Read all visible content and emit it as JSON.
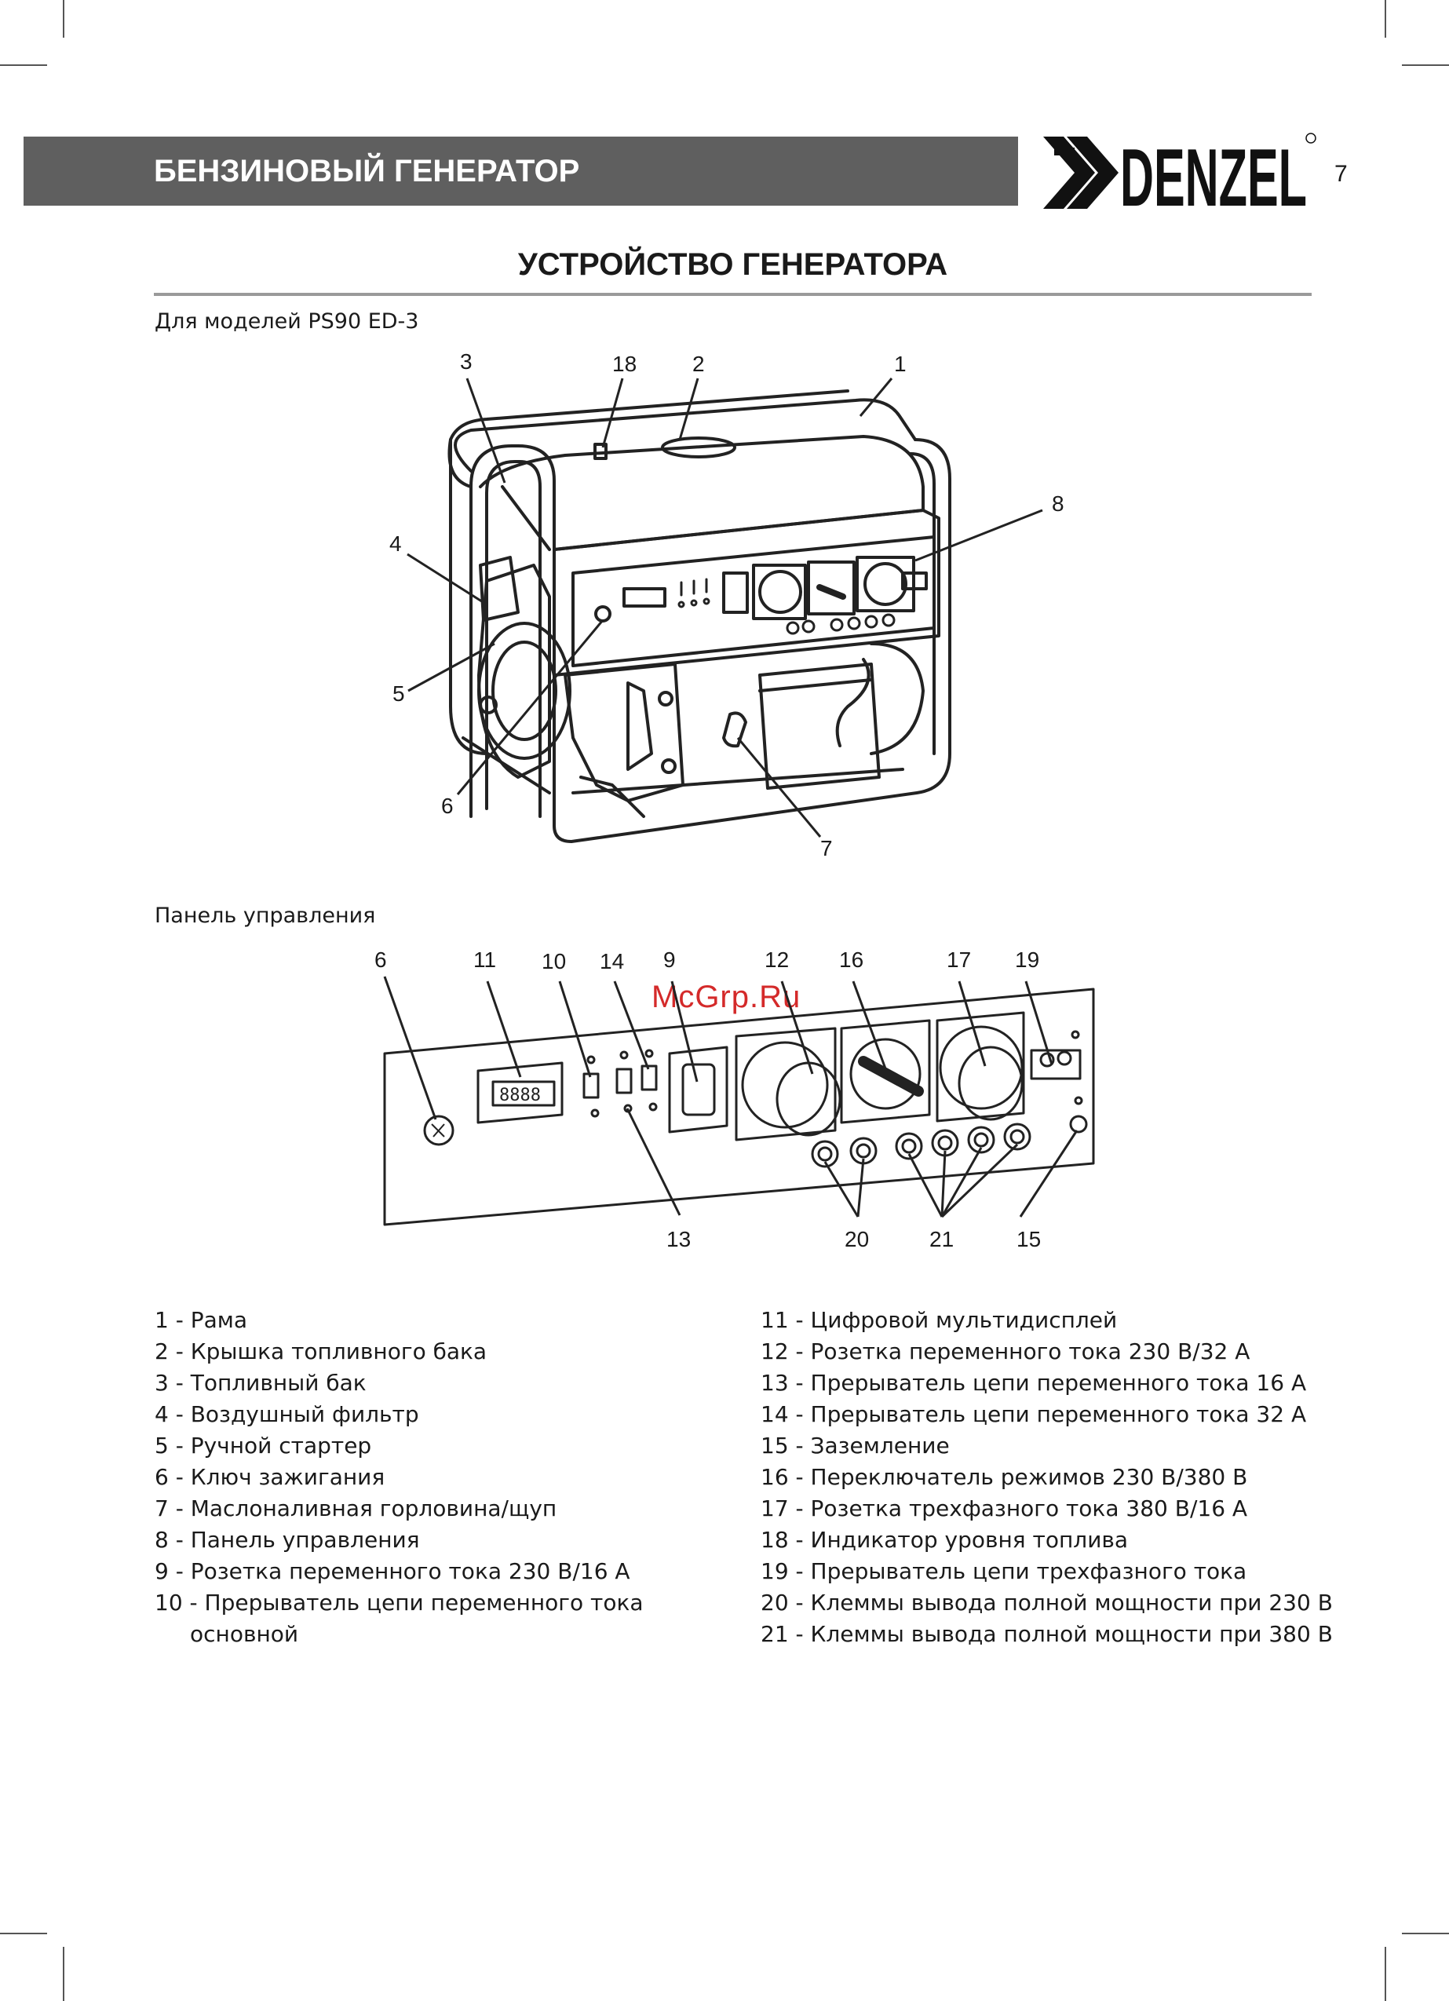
{
  "header": {
    "title": "БЕНЗИНОВЫЙ ГЕНЕРАТОР",
    "brand": "DENZEL",
    "page_number": "7"
  },
  "section": {
    "title": "УСТРОЙСТВО ГЕНЕРАТОРА",
    "models_caption": "Для моделей PS90 ED-3",
    "panel_caption": "Панель управления"
  },
  "watermark": "McGrp.Ru",
  "figure1_callouts": {
    "c1": "1",
    "c2": "2",
    "c3": "3",
    "c4": "4",
    "c5": "5",
    "c6": "6",
    "c7": "7",
    "c8": "8",
    "c18": "18"
  },
  "figure2_callouts": {
    "c6": "6",
    "c9": "9",
    "c10": "10",
    "c11": "11",
    "c12": "12",
    "c13": "13",
    "c14": "14",
    "c15": "15",
    "c16": "16",
    "c17": "17",
    "c19": "19",
    "c20": "20",
    "c21": "21"
  },
  "display_value": "8888",
  "legend_left": [
    "1 - Рама",
    "2 - Крышка топливного бака",
    "3 - Топливный бак",
    "4 - Воздушный фильтр",
    "5 - Ручной стартер",
    "6 - Ключ зажигания",
    "7 - Маслоналивная горловина/щуп",
    "8 - Панель управления",
    "9 - Розетка переменного тока 230 В/16 А",
    "10 - Прерыватель цепи переменного тока",
    "основной"
  ],
  "legend_right": [
    "11 - Цифровой мультидисплей",
    "12 - Розетка переменного тока 230 В/32 А",
    "13 - Прерыватель цепи переменного тока 16 А",
    "14 - Прерыватель цепи переменного тока 32 А",
    "15 - Заземление",
    "16 - Переключатель режимов 230 В/380 В",
    "17 - Розетка трехфазного тока 380 В/16 А",
    "18 - Индикатор уровня топлива",
    "19 - Прерыватель цепи трехфазного тока",
    "20 - Клеммы вывода полной мощности при 230 В",
    "21 - Клеммы вывода полной мощности при 380 В"
  ]
}
